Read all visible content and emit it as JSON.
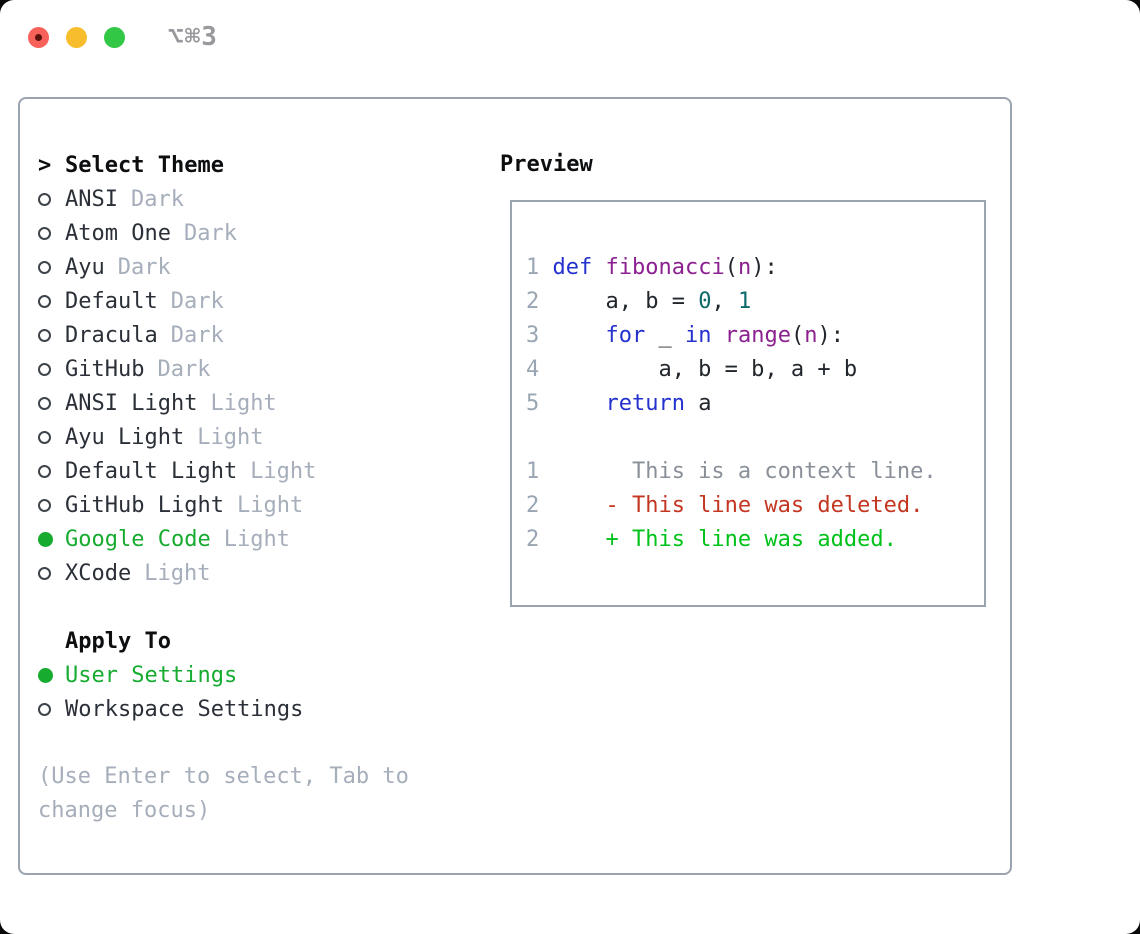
{
  "titlebar": {
    "shortcut": "⌥⌘3"
  },
  "theme_picker": {
    "header_marker": ">",
    "header": "Select Theme",
    "themes": [
      {
        "name": "ANSI",
        "variant": "Dark",
        "selected": false
      },
      {
        "name": "Atom One",
        "variant": "Dark",
        "selected": false
      },
      {
        "name": "Ayu",
        "variant": "Dark",
        "selected": false
      },
      {
        "name": "Default",
        "variant": "Dark",
        "selected": false
      },
      {
        "name": "Dracula",
        "variant": "Dark",
        "selected": false
      },
      {
        "name": "GitHub",
        "variant": "Dark",
        "selected": false
      },
      {
        "name": "ANSI Light",
        "variant": "Light",
        "selected": false
      },
      {
        "name": "Ayu Light",
        "variant": "Light",
        "selected": false
      },
      {
        "name": "Default Light",
        "variant": "Light",
        "selected": false
      },
      {
        "name": "GitHub Light",
        "variant": "Light",
        "selected": false
      },
      {
        "name": "Google Code",
        "variant": "Light",
        "selected": true
      },
      {
        "name": "XCode",
        "variant": "Light",
        "selected": false
      }
    ],
    "apply_to": {
      "header": "Apply To",
      "options": [
        {
          "label": "User Settings",
          "selected": true
        },
        {
          "label": "Workspace Settings",
          "selected": false
        }
      ]
    },
    "hint": "(Use Enter to select, Tab to\nchange focus)"
  },
  "preview": {
    "header": "Preview",
    "code_lines": [
      {
        "num": "1",
        "tokens": [
          {
            "c": "kw",
            "t": "def"
          },
          {
            "c": "pl",
            "t": " "
          },
          {
            "c": "fn",
            "t": "fibonacci"
          },
          {
            "c": "pl",
            "t": "("
          },
          {
            "c": "fn",
            "t": "n"
          },
          {
            "c": "pl",
            "t": "):"
          }
        ]
      },
      {
        "num": "2",
        "tokens": [
          {
            "c": "pl",
            "t": "    a, b = "
          },
          {
            "c": "num",
            "t": "0"
          },
          {
            "c": "pl",
            "t": ", "
          },
          {
            "c": "num",
            "t": "1"
          }
        ]
      },
      {
        "num": "3",
        "tokens": [
          {
            "c": "pl",
            "t": "    "
          },
          {
            "c": "kw",
            "t": "for"
          },
          {
            "c": "pl",
            "t": " _ "
          },
          {
            "c": "kw",
            "t": "in"
          },
          {
            "c": "pl",
            "t": " "
          },
          {
            "c": "fn",
            "t": "range"
          },
          {
            "c": "pl",
            "t": "("
          },
          {
            "c": "fn",
            "t": "n"
          },
          {
            "c": "pl",
            "t": "):"
          }
        ]
      },
      {
        "num": "4",
        "tokens": [
          {
            "c": "pl",
            "t": "        a, b = b, a + b"
          }
        ]
      },
      {
        "num": "5",
        "tokens": [
          {
            "c": "pl",
            "t": "    "
          },
          {
            "c": "kw",
            "t": "return"
          },
          {
            "c": "pl",
            "t": " a"
          }
        ]
      }
    ],
    "diff_lines": [
      {
        "num": "1",
        "kind": "ctx",
        "marker": " ",
        "text": "This is a context line."
      },
      {
        "num": "2",
        "kind": "del",
        "marker": "-",
        "text": "This line was deleted."
      },
      {
        "num": "2",
        "kind": "add",
        "marker": "+",
        "text": "This line was added."
      }
    ]
  },
  "colors": {
    "tl-red": "#f8605a",
    "tl-red-dot": "#5a120d",
    "tl-yellow": "#f7bd2d",
    "tl-green": "#32c744",
    "shortcut": "#97979c",
    "frame": "#9aa4af",
    "header": "#0c0e10",
    "text": "#2b3038",
    "muted": "#a5aeba",
    "ring": "#3f444b",
    "green": "#17ab30",
    "lineno": "#9aa5b3",
    "kw": "#2431cd",
    "fn": "#8b2190",
    "numlit": "#0c6a6a",
    "plain": "#21262c",
    "ctx": "#8a9099",
    "del": "#c33722",
    "add": "#01c21a"
  }
}
